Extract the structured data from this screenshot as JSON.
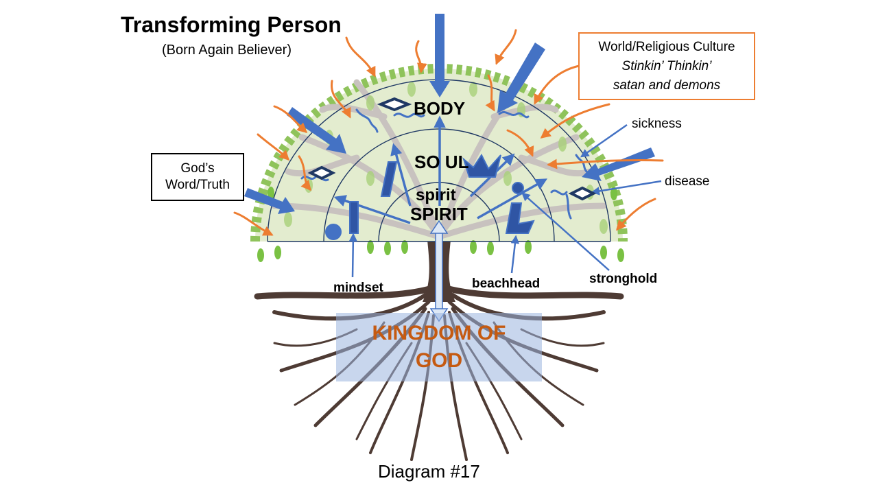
{
  "title": "Transforming  Person",
  "subtitle": "(Born Again Believer)",
  "gods_word_box": {
    "line1": "God’s",
    "line2": "Word/Truth"
  },
  "world_box": {
    "line1": "World/Religious Culture",
    "line2": "Stinkin’  Thinkin’",
    "line3": "satan and demons"
  },
  "layers": {
    "body": "BODY",
    "soul": "SO UL",
    "spirit_lower": "spirit",
    "spirit_upper": "SPIRIT"
  },
  "labels": {
    "mindset": "mindset",
    "beachhead": "beachhead",
    "stronghold": "stronghold",
    "sickness": "sickness",
    "disease": "disease"
  },
  "kingdom": {
    "line1": "KINGDOM OF",
    "line2": "GOD"
  },
  "caption": "Diagram #17",
  "colors": {
    "blue_arrow": "#4472C4",
    "orange_arrow": "#ED7D31",
    "trunk": "#4E3B34",
    "kingdom_text": "#C55A11",
    "leaf": "#7AC143"
  }
}
